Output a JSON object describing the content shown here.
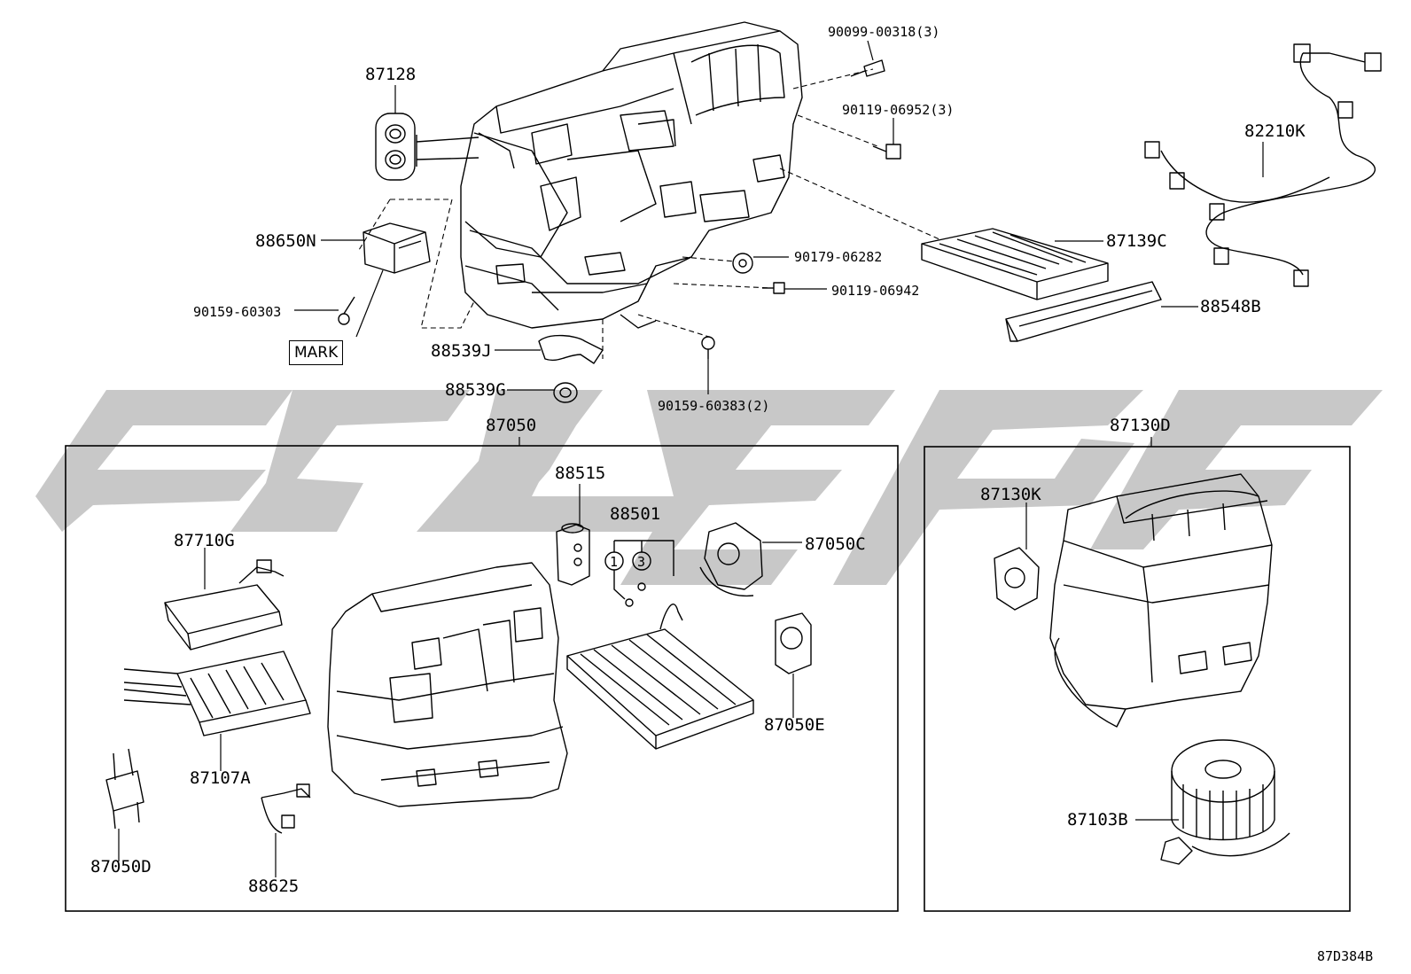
{
  "diagram_code": "87D384B",
  "mark_label": "MARK",
  "parts": {
    "p87128": "87128",
    "p88650N": "88650N",
    "p90159_60303": "90159-60303",
    "p88539J": "88539J",
    "p88539G": "88539G",
    "p90099_00318": "90099-00318(3)",
    "p90119_06952": "90119-06952(3)",
    "p90179_06282": "90179-06282",
    "p90119_06942": "90119-06942",
    "p90159_60383": "90159-60383(2)",
    "p82210K": "82210K",
    "p87139C": "87139C",
    "p88548B": "88548B",
    "p87050": "87050",
    "p88515": "88515",
    "p88501": "88501",
    "p87050C": "87050C",
    "p87710G": "87710G",
    "p87107A": "87107A",
    "p87050E": "87050E",
    "p87050D": "87050D",
    "p88625": "88625",
    "p87130D": "87130D",
    "p87130K": "87130K",
    "p87103B": "87103B"
  },
  "callouts": {
    "c1": "1",
    "c3": "3"
  }
}
